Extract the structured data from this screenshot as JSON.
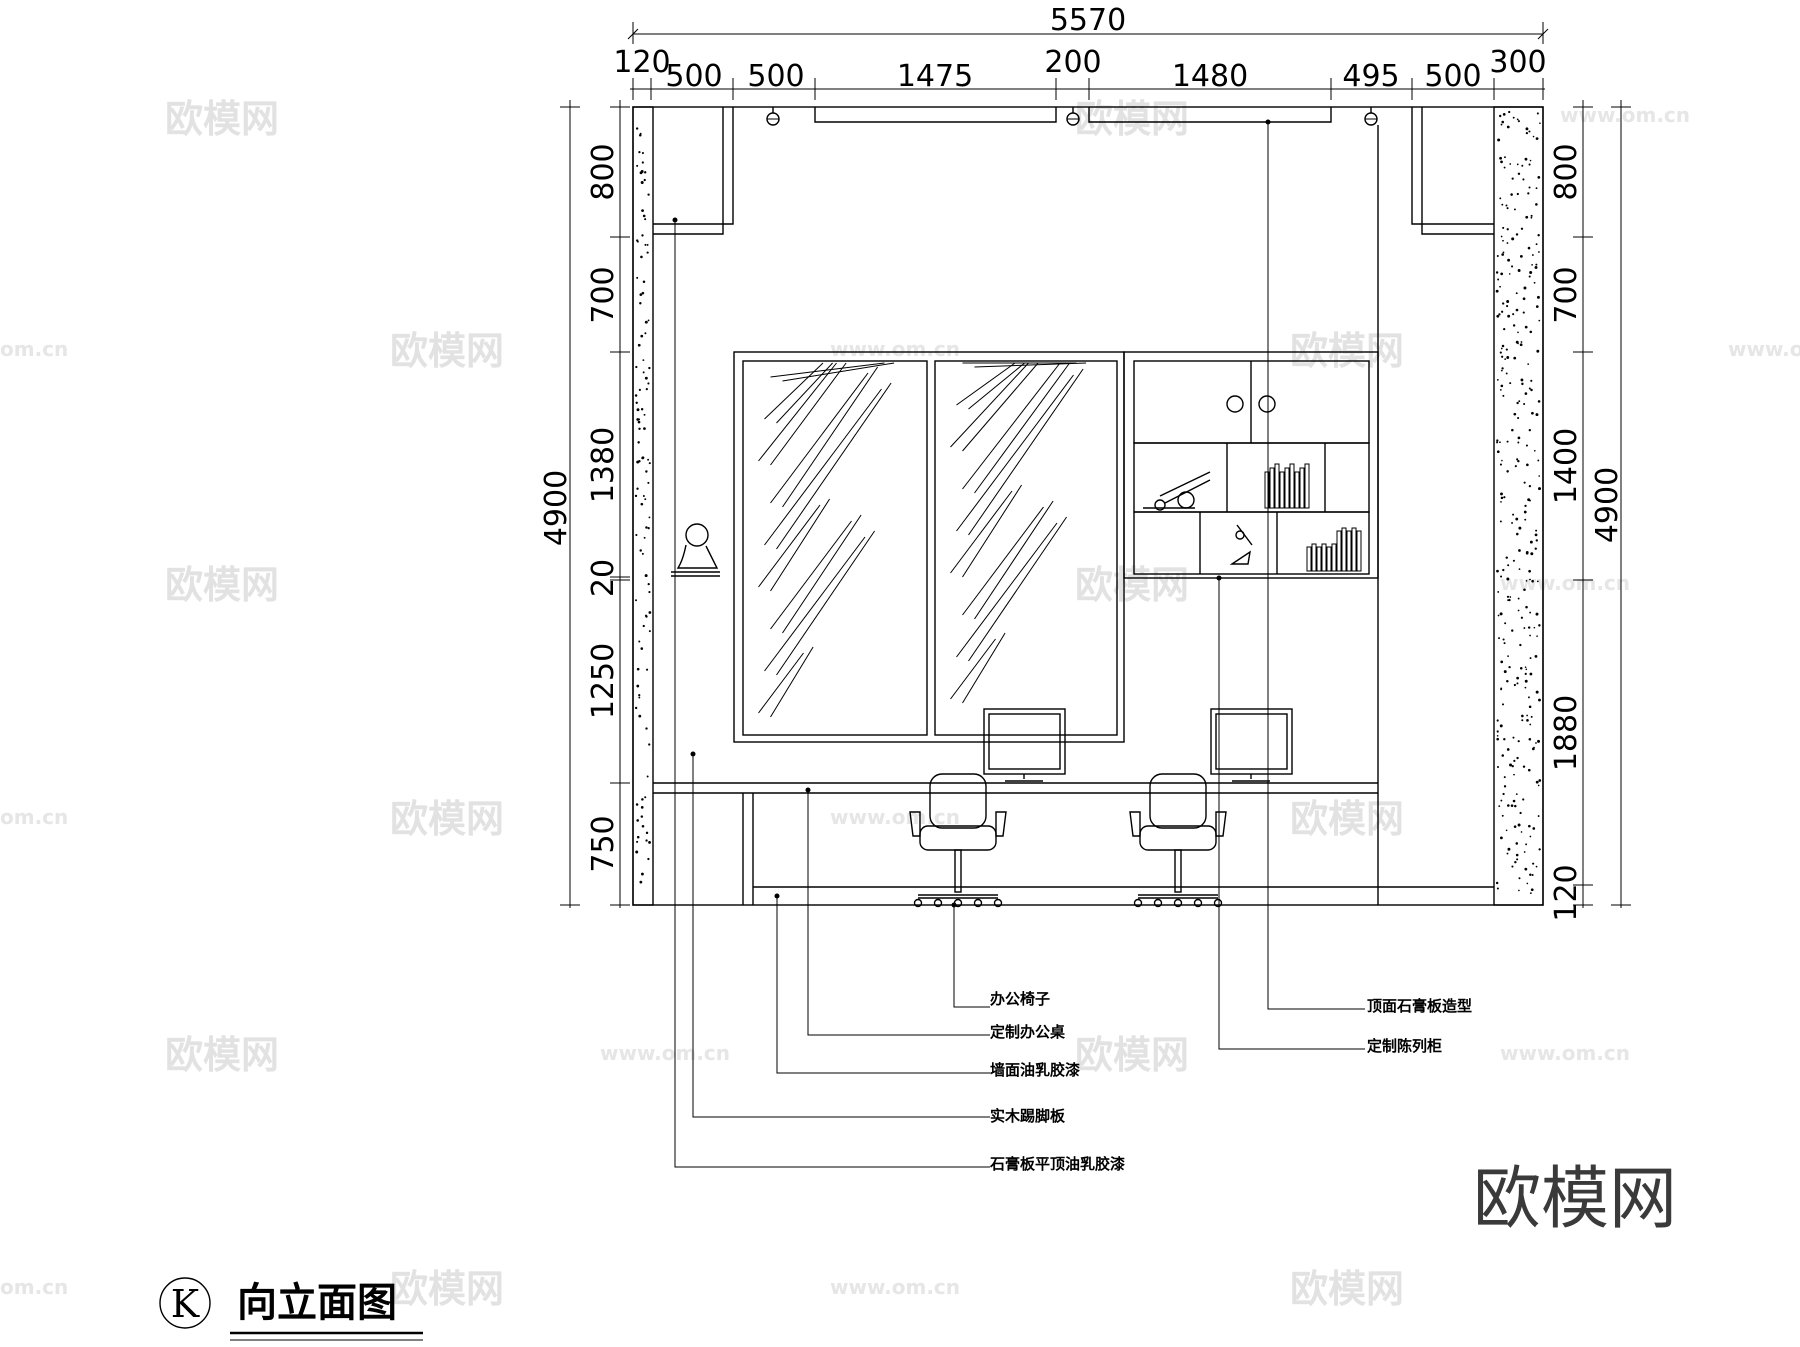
{
  "drawing": {
    "title": "向立面图",
    "index_label": "K"
  },
  "dimensions": {
    "overall_width": "5570",
    "top_segments": [
      "120",
      "500",
      "500",
      "1475",
      "200",
      "1480",
      "495",
      "500",
      "300"
    ],
    "left_total": "4900",
    "left_segments": [
      "800",
      "700",
      "1380",
      "20",
      "1250",
      "750"
    ],
    "right_total": "4900",
    "right_segments": [
      "800",
      "700",
      "1400",
      "1880",
      "120"
    ]
  },
  "annotations": {
    "left": [
      "办公椅子",
      "定制办公桌",
      "墙面油乳胶漆",
      "实木踢脚板",
      "石膏板平顶油乳胶漆"
    ],
    "right": [
      "顶面石膏板造型",
      "定制陈列柜"
    ]
  },
  "watermark": {
    "brand": "欧模网",
    "url": "www.om.cn",
    "url_fragment": "om.cn"
  }
}
